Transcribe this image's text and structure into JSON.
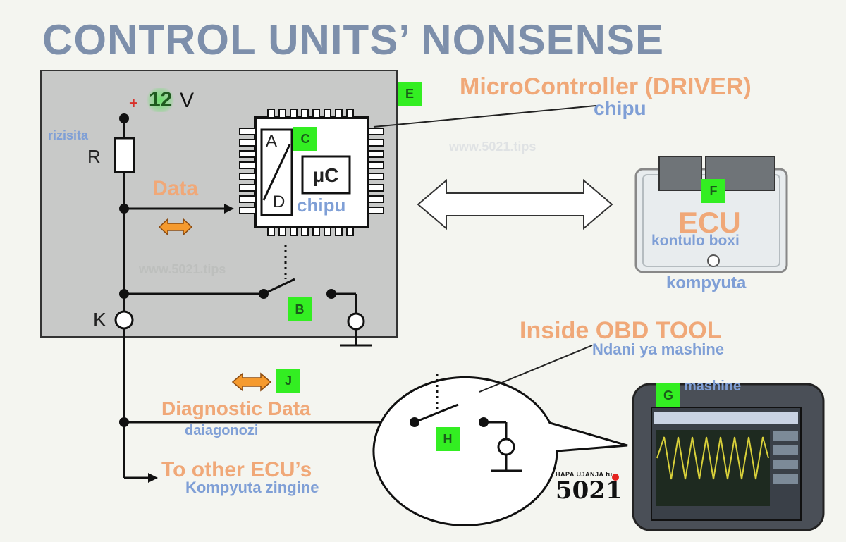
{
  "title": "CONTROL UNITS’ NONSENSE",
  "voltage": {
    "plus": "+",
    "value": "12",
    "unit": "V"
  },
  "labels": {
    "rizisita": "rizisita",
    "r": "R",
    "k": "K",
    "data": "Data",
    "chipu_main": "chipu",
    "chipu_inner": "chipu",
    "ad_a": "A",
    "ad_d": "D",
    "uc": "µC",
    "microcontroller": "MicroController (DRIVER)",
    "ecu": "ECU",
    "kontulo_boxi": "kontulo boxi",
    "kompyuta": "kompyuta",
    "inside_obd": "Inside OBD TOOL",
    "ndani": "Ndani ya mashine",
    "mashine": "mashine",
    "diagnostic_data": "Diagnostic Data",
    "daiagonozi": "daiagonozi",
    "to_other_ecu": "To other ECU’s",
    "kompyuta_zingine": "Kompyuta zingine",
    "watermark1": "www.5021.tips",
    "watermark2": "www.5021.tips"
  },
  "tags": {
    "e": "E",
    "c": "C",
    "f": "F",
    "b": "B",
    "j": "J",
    "g": "G",
    "h": "H"
  },
  "logo": {
    "tagline": "HAPA UJANJA tu",
    "number": "5021"
  },
  "colors": {
    "title": "#7d8fab",
    "orange_text": "#f0a878",
    "blue_text": "#7f9fd6",
    "tag_green": "#33ee22",
    "ecu_box": "#e8ecee",
    "arrow_orange": "#f59a2e"
  }
}
